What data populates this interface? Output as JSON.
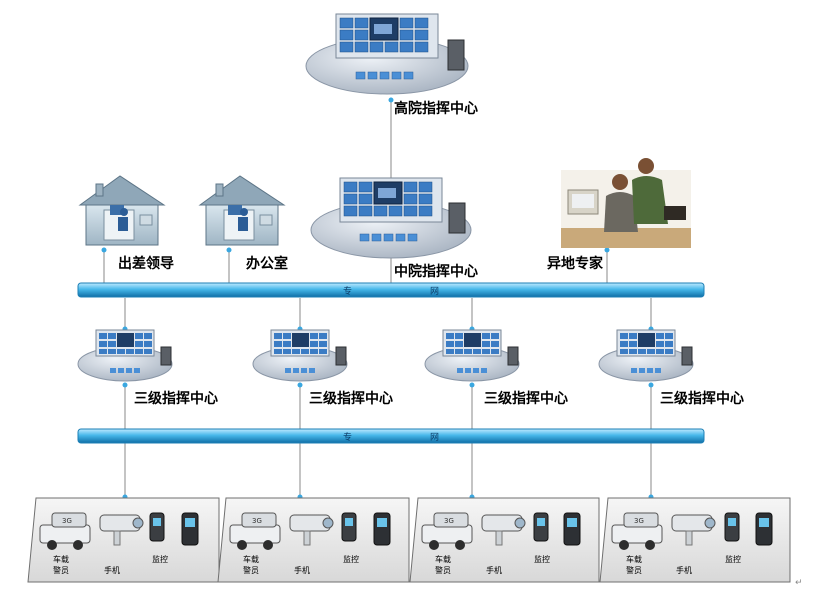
{
  "top_center": {
    "label": "高院指挥中心"
  },
  "middle_center": {
    "label": "中院指挥中心"
  },
  "remote_nodes": [
    {
      "label": "出差领导"
    },
    {
      "label": "办公室"
    },
    {
      "label": "异地专家"
    }
  ],
  "bus_upper": {
    "left_char": "专",
    "right_char": "网"
  },
  "bus_lower": {
    "left_char": "专",
    "right_char": "网"
  },
  "level3_centers": [
    {
      "label": "三级指挥中心"
    },
    {
      "label": "三级指挥中心"
    },
    {
      "label": "三级指挥中心"
    },
    {
      "label": "三级指挥中心"
    }
  ],
  "terminal_groups": [
    {
      "vehicle_label": "车载\n警员",
      "camera_label": "手机",
      "monitor_label": "监控"
    },
    {
      "vehicle_label": "车载\n警员",
      "camera_label": "手机",
      "monitor_label": "监控"
    },
    {
      "vehicle_label": "车载\n警员",
      "camera_label": "手机",
      "monitor_label": "监控"
    },
    {
      "vehicle_label": "车载\n警员",
      "camera_label": "手机",
      "monitor_label": "监控"
    }
  ],
  "colors": {
    "bus": "#5fc4ee",
    "bus_dark": "#1d7fb5",
    "platform": "#c7cfd9",
    "screen": "#2a6fb0",
    "line": "#888888"
  }
}
